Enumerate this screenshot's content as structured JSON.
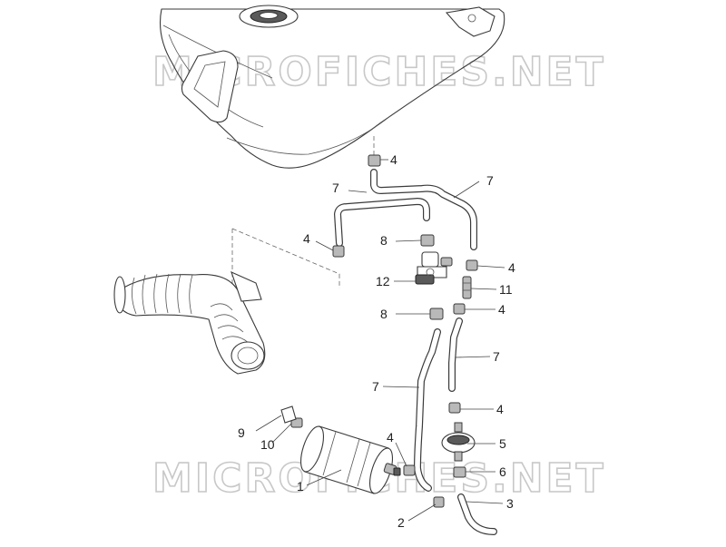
{
  "watermark": "MICROFICHES.NET",
  "callouts": [
    {
      "id": "c1",
      "label": "1"
    },
    {
      "id": "c2",
      "label": "2"
    },
    {
      "id": "c3",
      "label": "3"
    },
    {
      "id": "c4a",
      "label": "4"
    },
    {
      "id": "c4b",
      "label": "4"
    },
    {
      "id": "c4c",
      "label": "4"
    },
    {
      "id": "c4d",
      "label": "4"
    },
    {
      "id": "c4e",
      "label": "4"
    },
    {
      "id": "c4f",
      "label": "4"
    },
    {
      "id": "c5",
      "label": "5"
    },
    {
      "id": "c6",
      "label": "6"
    },
    {
      "id": "c7a",
      "label": "7"
    },
    {
      "id": "c7b",
      "label": "7"
    },
    {
      "id": "c7c",
      "label": "7"
    },
    {
      "id": "c7d",
      "label": "7"
    },
    {
      "id": "c8a",
      "label": "8"
    },
    {
      "id": "c8b",
      "label": "8"
    },
    {
      "id": "c9",
      "label": "9"
    },
    {
      "id": "c10",
      "label": "10"
    },
    {
      "id": "c11",
      "label": "11"
    },
    {
      "id": "c12",
      "label": "12"
    }
  ]
}
